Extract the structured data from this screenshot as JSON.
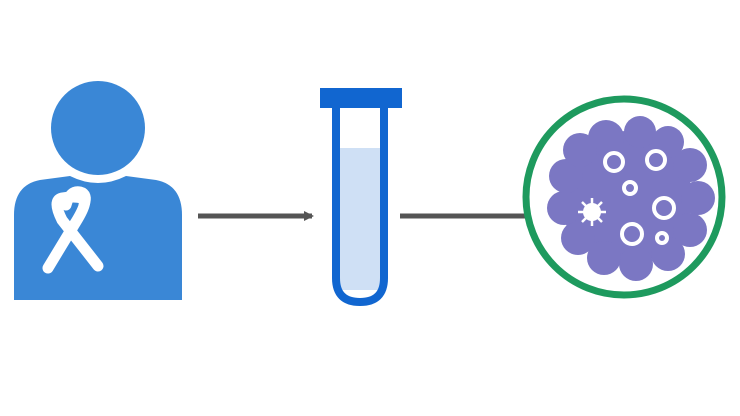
{
  "colors": {
    "background": "#ffffff",
    "patient_blue": "#3a87d6",
    "ribbon_white": "#ffffff",
    "tube_blue": "#1166d0",
    "tube_liquid": "#cfe0f5",
    "arrow_gray": "#555555",
    "dish_green": "#1e9a5e",
    "cell_purple": "#7b77c3",
    "cell_inner": "#ffffff"
  },
  "nodes": [
    {
      "id": "patient",
      "icon": "patient-with-awareness-ribbon-icon"
    },
    {
      "id": "sample",
      "icon": "test-tube-icon"
    },
    {
      "id": "cell-culture",
      "icon": "petri-dish-cell-icon"
    }
  ],
  "edges": [
    {
      "from": "patient",
      "to": "sample"
    },
    {
      "from": "sample",
      "to": "cell-culture"
    }
  ]
}
